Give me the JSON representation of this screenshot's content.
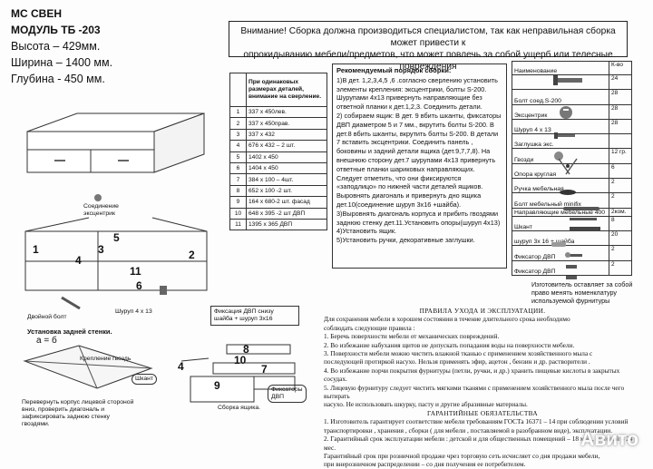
{
  "header": {
    "line1": "МС СВЕН",
    "line2": "МОДУЛЬ  ТБ -203",
    "height": "Высота – 429мм.",
    "width": "Ширина – 1400 мм.",
    "depth": "Глубина -  450 мм."
  },
  "warning": {
    "line1": "Внимание! Сборка должна производиться специалистом, так как неправильная сборка может привести к",
    "line2": "опрокидыванию мебели/предметов, что может повлечь  за собой ущерб или телесные повреждения"
  },
  "parts_table": {
    "header": "При одинаковых размерах деталей, внимание на сверление.",
    "rows": [
      {
        "n": "1",
        "t": "337 х 450лев."
      },
      {
        "n": "2",
        "t": " 337 х 450прав."
      },
      {
        "n": "3",
        "t": "337 х 432"
      },
      {
        "n": "4",
        "t": "676 х 432 – 2 шт."
      },
      {
        "n": "5",
        "t": "1402 х 450"
      },
      {
        "n": "6",
        "t": "1404 х 450"
      },
      {
        "n": "7",
        "t": "384 х 100 – 4шт."
      },
      {
        "n": "8",
        "t": "652 х 100 -2 шт."
      },
      {
        "n": "9",
        "t": "164 х 680-2 шт.  фасад"
      },
      {
        "n": "10",
        "t": "648 х 395 -2 шт ДВП"
      },
      {
        "n": "11",
        "t": "1395 х 365  ДВП"
      }
    ]
  },
  "assembly": {
    "title": "Рекомендуемый порядок сборки:",
    "steps": [
      "1)В дет. 1,2,3,4,5 ,6 .согласно сверлению установить элементы крепления: эксцентрики,   болты S-200. Шурупами 4х13 привернуть направляющие без ответной планки к дет.1,2,3. Соединить детали.",
      "2) собираем ящик: В дет. 9 вбить шканты, фиксаторы ДВП диаметром 5 и 7 мм., вкрутить болты S-200. В дет.8  вбить шканты, вкрутить болты S-200. В детали 7 вставить эксцентрики. Соединить панель , боковины и задний детали ящика (дет.9,7,7,8). На внешнюю сторону дет.7 шурупами 4х13 привернуть ответные планки шариковых направляющих. Следует отметить, что они фиксируются «заподлицо» по нижней части деталей ящиков. Выровнять диагональ и привернуть дно ящика дет.10(соединение шуруп 3х16 +шайба).",
      "3)Выровнять  диагональ корпуса и прибить гвоздями заднюю стенку дет.11.Установить опоры(шуруп 4х13)",
      "4)Установить ящик.",
      "5)Установить ручки, декоративные заглушки."
    ]
  },
  "hardware": {
    "head_name": "Наименование",
    "head_qty": "К-во",
    "rows": [
      {
        "name": "",
        "qty": "24"
      },
      {
        "name": "Болт соед.S-200",
        "qty": "28"
      },
      {
        "name": "Эксцентрик",
        "qty": "28"
      },
      {
        "name": "Шуруп 4 х 13",
        "qty": "28"
      },
      {
        "name": "Заглушка  экс.",
        "qty": ""
      },
      {
        "name": "Гвозди",
        "qty": "12 гр."
      },
      {
        "name": "Опора круглая",
        "qty": "6"
      },
      {
        "name": "Ручка  мебельная",
        "qty": "2"
      },
      {
        "name": "Болт мебельный  minifix",
        "qty": "2"
      },
      {
        "name": "Направляющие мебельные 400",
        "qty": "2ком."
      },
      {
        "name": "Шкант",
        "qty": "8"
      },
      {
        "name": "шуруп 3х 16 + шайба",
        "qty": "20"
      },
      {
        "name": "Фиксатор ДВП",
        "qty": "2"
      },
      {
        "name": "Фиксатор ДВП",
        "qty": "2"
      }
    ],
    "note": "Изготовитель оставляет за собой право менять номенклатуру используемой фурнитуры"
  },
  "diagram": {
    "eccentric_label": "Соединение\nэксцентрик",
    "double_bolt": "Двойной болт",
    "screw_label": "Шуруп 4  х 13",
    "dvp_fix": "Фиксация ДВП снизу\nшайба + шуруп 3х16",
    "back_wall_title": "Установка задней стенки.",
    "a_eq": "а = б",
    "nail_label": "Крепление гвоздь",
    "turn_note": "Перевернуть корпус  лицевой стороной вниз, проверить диагональ и зафиксировать заднюю стенку гвоздями.",
    "dowel": "Шкант",
    "dvp_fixators": "Фиксаторы\nДВП",
    "drawer_assembly": "Сборка  ящика.",
    "n1": "1",
    "n2": "2",
    "n3": "3",
    "n4": "4",
    "n5": "5",
    "n6": "6",
    "n11": "11",
    "n4b": "4",
    "n7": "7",
    "n8": "8",
    "n9": "9",
    "n10": "10"
  },
  "care": {
    "title": "ПРАВИЛА УХОДА И ЭКСПЛУАТАЦИИ.",
    "lines": [
      "Для сохранения мебели в хорошем состоянии в течение длительного срока необходимо",
      "соблюдать следующие правила :",
      "1. Беречь поверхности мебели от механических повреждений.",
      "2. Во избежание набухания щитов не допускать попадания воды на поверхности мебели.",
      "3. Поверхности мебели можно чистить влажной тканью с применением хозяйственного мыла с",
      "последующей протиркой насухо. Нельзя применять эфир, ацетон , бензин и др. растворители .",
      "4. Во избежание порчи покрытия фурнитуры (петли, ручки, и др.) хранить пищевые кислоты в закрытых сосудах.",
      "5. Лицевую фурнитуру  следует чистить мягкими тканями с применением хозяйственного мыла после чего вытирать",
      "насухо. Не использовать шкурку, пасту и другие абразивные материалы."
    ],
    "guar_title": "ГАРАНТИЙНЫЕ ОБЯЗАТЕЛЬСТВА",
    "guar": [
      "1. Изготовитель гарантирует соответствие мебели требованиям ГОСТа 16371 – 14 при соблюдении условий",
      "транспортировки , хранения , сборки ( для мебели , поставляемой в разобранном виде), эксплуатации.",
      "2. Гарантийный срок эксплуатации мебели : детской и для общественных помещений – 18 мес., бытовой – 24 мес.",
      "Гарантийный срок при розничной продаже чрез торговую  сеть исчисляет со дня  продажи мебели,",
      "при  внерозничном распределении – со дня получения ее потребителем."
    ]
  },
  "watermark": "Авито"
}
